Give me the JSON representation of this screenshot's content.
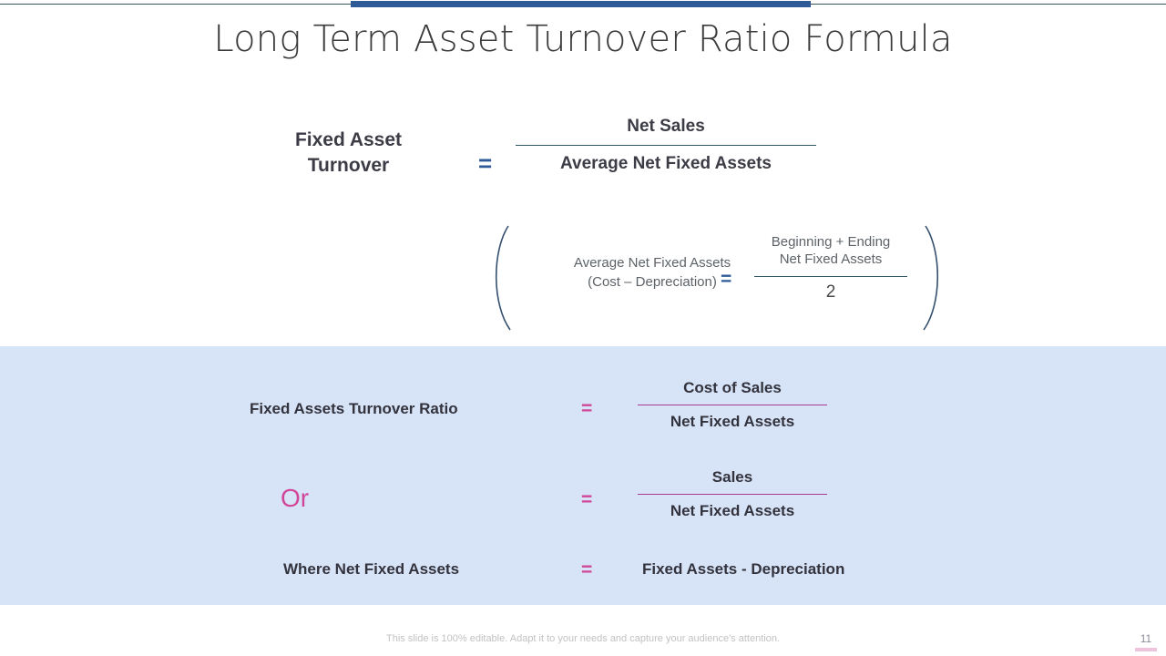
{
  "slide": {
    "title": "Long Term Asset Turnover Ratio Formula",
    "page_number": "11",
    "footer_note": "This slide is 100% editable. Adapt it to your needs and capture your audience's attention.",
    "colors": {
      "accent_bar": "#2e5b97",
      "hairline": "#37565e",
      "panel_background": "#d7e3f7",
      "pink_accent": "#d2469a",
      "pink_rule": "#a63d92",
      "title_text": "#3b3b3b",
      "dark_text": "#33333d",
      "muted_text": "#5d6368",
      "page_underline": "#f0c3dd"
    }
  },
  "upper_section": {
    "main_formula": {
      "label_line1": "Fixed Asset",
      "label_line2": "Turnover",
      "equals": "=",
      "numerator": "Net Sales",
      "denominator": "Average Net Fixed Assets"
    },
    "bracket_formula": {
      "left_label_line1": "Average Net Fixed Assets",
      "left_label_line2": "(Cost – Depreciation)",
      "equals": "=",
      "numerator_line1": "Beginning + Ending",
      "numerator_line2": "Net Fixed Assets",
      "denominator": "2"
    }
  },
  "blue_panel": {
    "rows": [
      {
        "label": "Fixed Assets Turnover Ratio",
        "equals": "=",
        "numerator": "Cost of Sales",
        "denominator": "Net Fixed Assets"
      },
      {
        "label": "Or",
        "equals": "=",
        "numerator": "Sales",
        "denominator": "Net Fixed Assets"
      },
      {
        "label": "Where Net Fixed Assets",
        "equals": "=",
        "value": "Fixed Assets - Depreciation"
      }
    ]
  }
}
